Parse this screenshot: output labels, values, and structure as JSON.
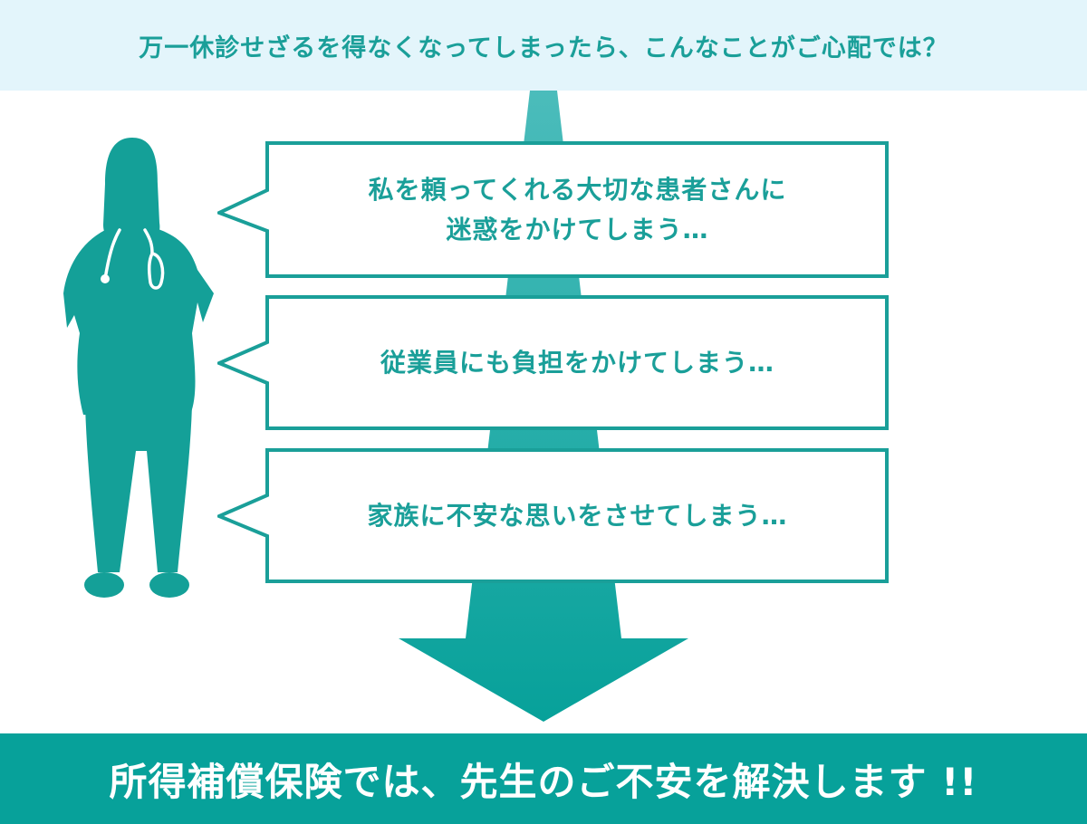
{
  "header": {
    "question": "万一休診せざるを得なくなってしまったら、こんなことがご心配では？"
  },
  "concerns": [
    {
      "line1": "私を頼ってくれる大切な患者さんに",
      "line2": "迷惑をかけてしまう…"
    },
    {
      "line1": "従業員にも負担をかけてしまう…",
      "line2": ""
    },
    {
      "line1": "家族に不安な思いをさせてしまう…",
      "line2": ""
    }
  ],
  "footer": {
    "message": "所得補償保険では、先生のご不安を解決します !!"
  },
  "colors": {
    "accent": "#1a9f99",
    "footer_bg": "#07a19a",
    "header_bg": "#e3f5fb",
    "arrow_top": "#4bbcbb",
    "arrow_bottom": "#07a19a"
  },
  "icons": {
    "person": "doctor-with-stethoscope-silhouette"
  }
}
